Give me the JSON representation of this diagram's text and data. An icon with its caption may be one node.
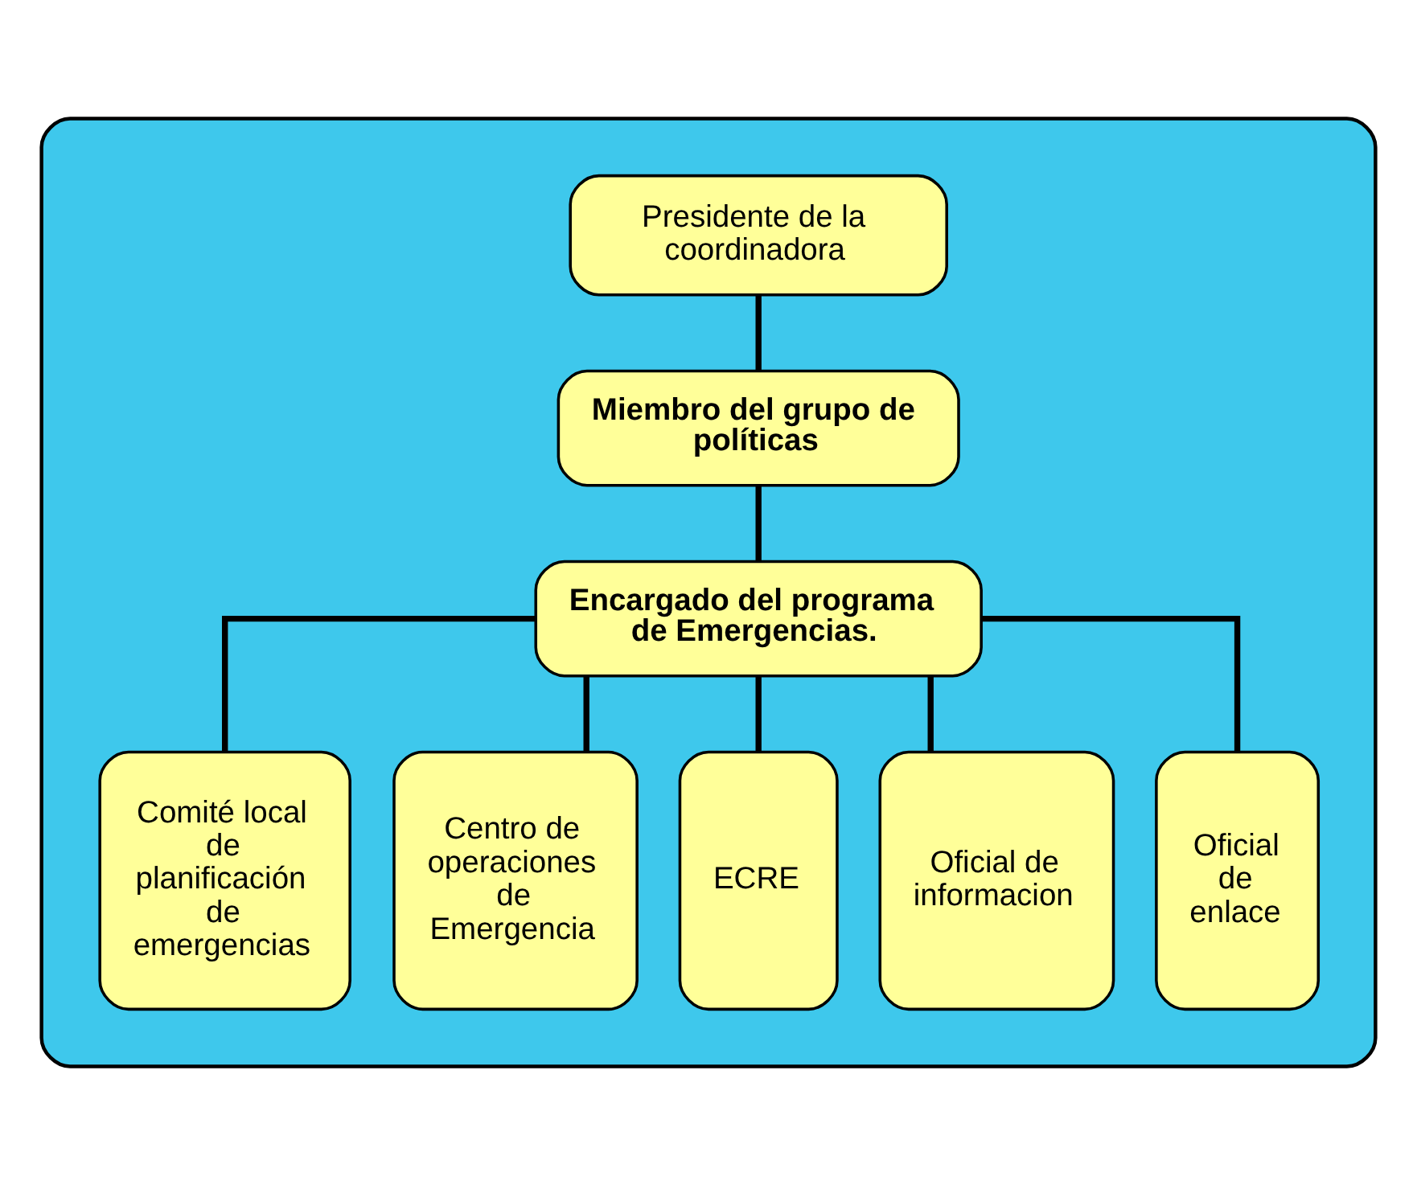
{
  "diagram": {
    "nodes": [
      {
        "text": [],
        "shape": "box"
      },
      {
        "text": [
          "Presidente de la coordinadora"
        ],
        "in": 0
      },
      {
        "text": [
          "Miembro del grupo de políticas"
        ],
        "in": 0
      },
      {
        "text": [
          "Encargado del programa de Emergencias."
        ],
        "in": 0
      },
      {
        "text": [
          "Comité local de planificación de emergencias"
        ],
        "in": 0
      },
      {
        "text": [
          "Centro de operaciones de Emergencia"
        ],
        "in": 0
      },
      {
        "text": [
          "ECRE"
        ],
        "in": 0
      },
      {
        "text": [
          "Oficial de informacion"
        ],
        "in": 0
      },
      {
        "text": [
          "Oficial de enlace"
        ],
        "in": 0
      }
    ],
    "edges": [
      {
        "from": 1,
        "to": 2,
        "arrow": "none"
      },
      {
        "from": 2,
        "to": 3,
        "arrow": "none"
      },
      {
        "from": 3,
        "to": 4,
        "arrow": "none"
      },
      {
        "from": 3,
        "to": 5,
        "arrow": "none"
      },
      {
        "from": 3,
        "to": 6,
        "arrow": "none"
      },
      {
        "from": 3,
        "to": 7,
        "arrow": "none"
      },
      {
        "from": 3,
        "to": 8,
        "arrow": "none"
      }
    ]
  }
}
